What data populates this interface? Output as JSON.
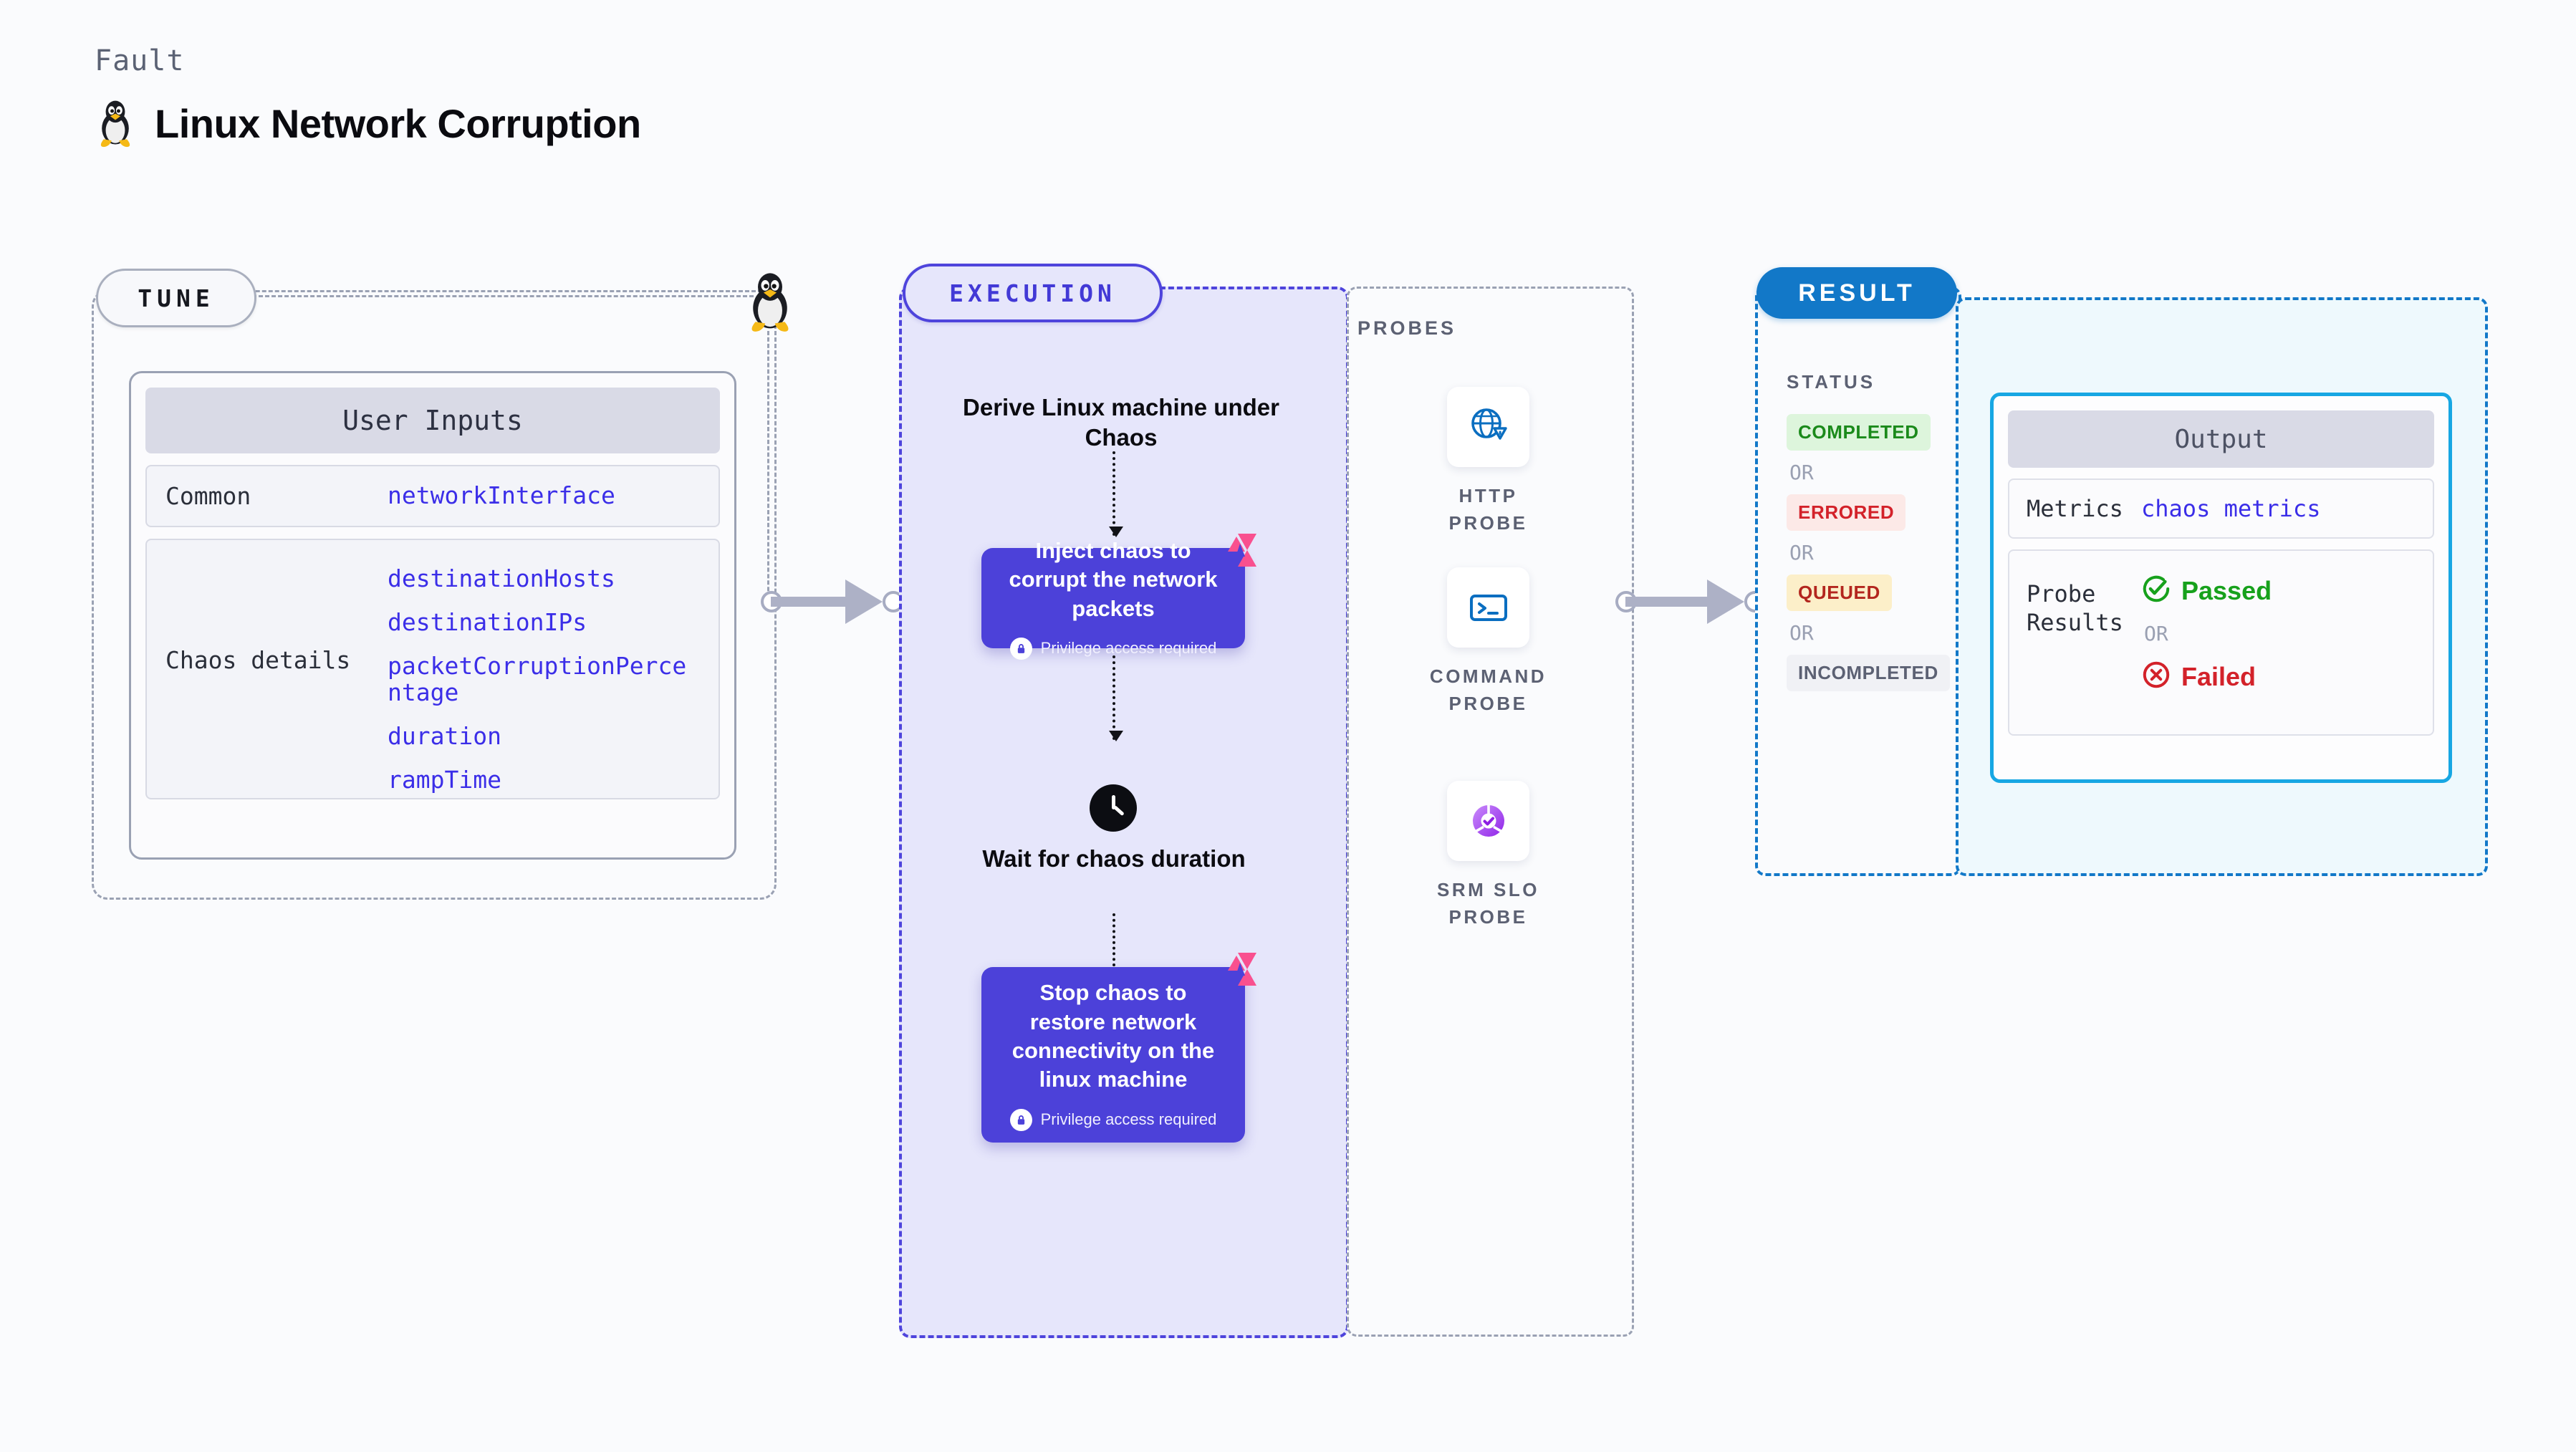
{
  "header": {
    "kicker": "Fault",
    "title": "Linux Network Corruption",
    "icon": "linux-tux-icon"
  },
  "tune": {
    "badge": "TUNE",
    "connector_icon": "linux-tux-icon",
    "card_title": "User Inputs",
    "rows": [
      {
        "label": "Common",
        "values": [
          "networkInterface"
        ]
      },
      {
        "label": "Chaos details",
        "values": [
          "destinationHosts",
          "destinationIPs",
          "packetCorruptionPercentage",
          "duration",
          "rampTime"
        ]
      }
    ]
  },
  "execution": {
    "badge": "EXECUTION",
    "steps": [
      {
        "type": "text",
        "label": "Derive Linux machine under Chaos"
      },
      {
        "type": "card",
        "label": "Inject chaos to corrupt the network packets",
        "privilege": "Privilege access required",
        "badge_icon": "litmus-chaos-icon",
        "lock_icon": "lock-icon"
      },
      {
        "type": "wait",
        "label": "Wait for chaos duration",
        "icon": "clock-icon"
      },
      {
        "type": "card",
        "label": "Stop chaos to restore network connectivity on the linux machine",
        "privilege": "Privilege access required",
        "badge_icon": "litmus-chaos-icon",
        "lock_icon": "lock-icon"
      }
    ]
  },
  "probes": {
    "label": "PROBES",
    "items": [
      {
        "name": "HTTP PROBE",
        "icon": "globe-warning-icon",
        "color": "#0A6EC0"
      },
      {
        "name": "COMMAND PROBE",
        "icon": "terminal-icon",
        "color": "#0A6EC0"
      },
      {
        "name": "SRM SLO PROBE",
        "icon": "slo-donut-check-icon",
        "color": "#A546F5"
      }
    ]
  },
  "result": {
    "badge": "RESULT",
    "status_label": "STATUS",
    "or_text": "OR",
    "statuses": [
      {
        "text": "COMPLETED",
        "bg": "#DDF5DC",
        "fg": "#1B8A1B"
      },
      {
        "text": "ERRORED",
        "bg": "#FCE9E7",
        "fg": "#D3222A"
      },
      {
        "text": "QUEUED",
        "bg": "#FCEFC9",
        "fg": "#B3261E"
      },
      {
        "text": "INCOMPLETED",
        "bg": "#F0F1F5",
        "fg": "#5C6173"
      }
    ],
    "output": {
      "title": "Output",
      "metrics_label": "Metrics",
      "metrics_value": "chaos metrics",
      "probe_results_label": "Probe Results",
      "passed": "Passed",
      "failed": "Failed",
      "or_text": "OR",
      "passed_icon": "check-circle-icon",
      "failed_icon": "x-circle-icon",
      "passed_color": "#17A11C",
      "failed_color": "#D3222A"
    }
  },
  "connectors": {
    "arrow1_name": "tune-to-execution-arrow",
    "arrow2_name": "probes-to-result-arrow"
  },
  "colors": {
    "page_bg": "#FAFBFD",
    "execution_bg": "#E6E6FB",
    "execution_accent": "#4E44DC",
    "result_accent": "#1278C8",
    "output_bg": "#EEF9FD",
    "param_value": "#3B2EE8",
    "litmus_pink": "#F9508F"
  }
}
